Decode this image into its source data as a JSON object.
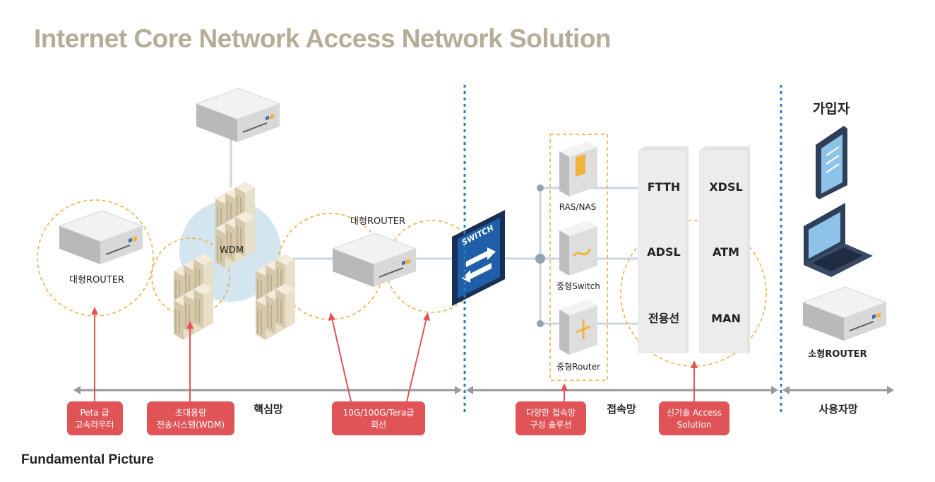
{
  "title": "Internet Core Network Access Network Solution",
  "footer": "Fundamental Picture",
  "labels": {
    "wdm": "WDM",
    "large_router_core": "대형ROUTER",
    "large_router_left": "대형ROUTER",
    "switch": "SWITCH",
    "ras_nas": "RAS/NAS",
    "mid_switch": "중형Switch",
    "mid_router": "중형Router",
    "subscriber": "가입자",
    "small_router": "소형ROUTER"
  },
  "access_grid": {
    "col1": [
      "FTTH",
      "ADSL",
      "전용선"
    ],
    "col2": [
      "XDSL",
      "ATM",
      "MAN"
    ]
  },
  "sections": {
    "core": "핵심망",
    "access": "접속망",
    "user": "사용자망"
  },
  "callouts": [
    {
      "line1": "Peta 급",
      "line2": "고속라우터"
    },
    {
      "line1": "초대용량",
      "line2": "전송시스템(WDM)"
    },
    {
      "line1": "10G/100G/Tera급",
      "line2": "회선"
    },
    {
      "line1": "다양한 접속망",
      "line2": "구성 솔루션"
    },
    {
      "line1": "신기술 Access",
      "line2": "Solution"
    }
  ],
  "colors": {
    "title": "#b4ad97",
    "callout_red": "#e05458",
    "circle_orange": "#f0ab3c",
    "divider_blue": "#2a7fc1",
    "wdm_bubble": "#d3e6ef",
    "switch_blue": "#1f5fa8",
    "connector": "#c9d6e0"
  }
}
